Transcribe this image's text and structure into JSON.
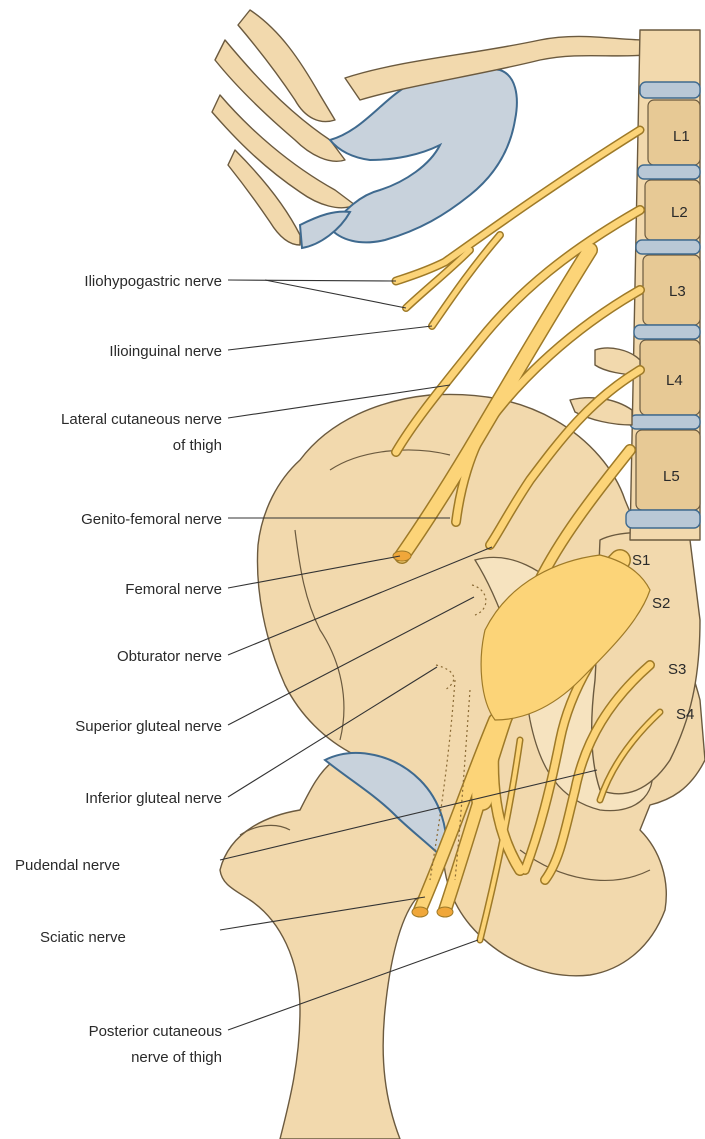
{
  "labels": {
    "iliohypogastric": "Iliohypogastric nerve",
    "ilioinguinal": "Ilioinguinal nerve",
    "lateral_cutaneous_1": "Lateral cutaneous nerve",
    "lateral_cutaneous_2": "of thigh",
    "genito_femoral": "Genito-femoral nerve",
    "femoral": "Femoral nerve",
    "obturator": "Obturator nerve",
    "superior_gluteal": "Superior gluteal nerve",
    "inferior_gluteal": "Inferior gluteal nerve",
    "pudendal": "Pudendal nerve",
    "sciatic": "Sciatic nerve",
    "posterior_cutaneous_1": "Posterior cutaneous",
    "posterior_cutaneous_2": "nerve of thigh"
  },
  "vertebrae": [
    "L1",
    "L2",
    "L3",
    "L4",
    "L5"
  ],
  "sacral": [
    "S1",
    "S2",
    "S3",
    "S4"
  ],
  "colors": {
    "bone": "#f2d9ad",
    "nerve": "#fcd478",
    "cartilage": "#c8d2dc",
    "outline": "#6b5a3f"
  }
}
